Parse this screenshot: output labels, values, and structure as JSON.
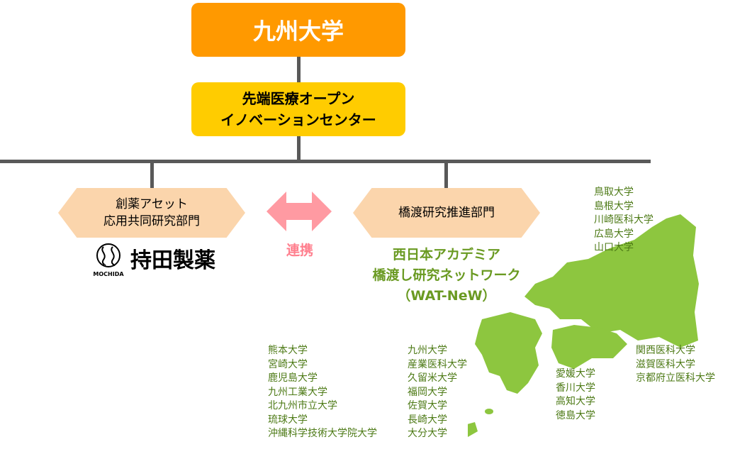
{
  "kyushu_university": "九州大学",
  "center": {
    "line1": "先端医療オープン",
    "line2": "イノベーションセンター"
  },
  "left_dept": {
    "line1": "創薬アセット",
    "line2": "応用共同研究部門"
  },
  "right_dept": "橋渡研究推進部門",
  "link_label": "連携",
  "mochida": {
    "name": "持田製薬",
    "logo_text": "MOCHIDA"
  },
  "network": {
    "line1": "西日本アカデミア",
    "line2": "橋渡し研究ネットワーク",
    "line3": "（WAT-NeW）"
  },
  "groups": {
    "chugoku": [
      "鳥取大学",
      "島根大学",
      "川崎医科大学",
      "広島大学",
      "山口大学"
    ],
    "south_kyushu": [
      "熊本大学",
      "宮崎大学",
      "鹿児島大学",
      "九州工業大学",
      "北九州市立大学",
      "琉球大学",
      "沖縄科学技術大学院大学"
    ],
    "north_kyushu": [
      "九州大学",
      "産業医科大学",
      "久留米大学",
      "福岡大学",
      "佐賀大学",
      "長崎大学",
      "大分大学"
    ],
    "shikoku": [
      "愛媛大学",
      "香川大学",
      "高知大学",
      "徳島大学"
    ],
    "kansai": [
      "関西医科大学",
      "滋賀医科大学",
      "京都府立医科大学"
    ]
  },
  "colors": {
    "top_box": "#ff9900",
    "center_box": "#ffcc00",
    "dept": "#fbd5ac",
    "arrow": "#ff9aa2",
    "map": "#8dc63f",
    "text_green": "#4d7a16"
  }
}
